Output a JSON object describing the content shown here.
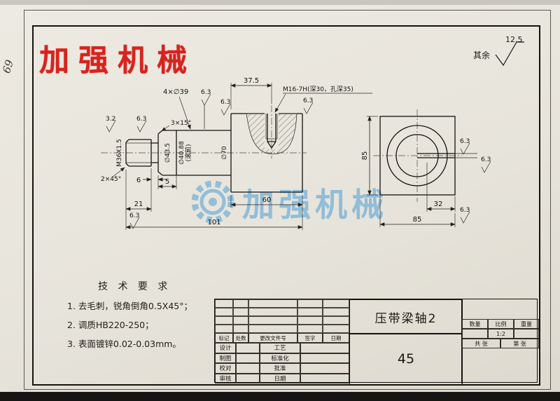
{
  "scan": {
    "handwritten_note": "69"
  },
  "brand": {
    "logo_text": "加强机械",
    "watermark_text": "加强机械"
  },
  "general_roughness": {
    "prefix": "其余",
    "value": "12.5"
  },
  "drawing": {
    "dims": {
      "hole_offset": "37.5",
      "overall": "101",
      "len60": "60",
      "len21": "21",
      "groove6": "6",
      "band5": "5",
      "side85": "85",
      "width85": "85",
      "slot32": "32"
    },
    "labels": {
      "thread": "M36X1.5",
      "tapped_hole": "M16-7H(深30，孔深35)",
      "dia70": "∅70",
      "dia435": "∅43.5",
      "dia40_pre": "∅40.88",
      "dia40_note": "(滚前)",
      "four_holes": "4×∅39",
      "chamfer15": "3×15°",
      "chamfer45": "2×45°"
    },
    "roughness": {
      "fine": "3.2",
      "std": "6.3"
    }
  },
  "tech_req": {
    "title": "技 术 要 求",
    "items": [
      "1. 去毛刺，锐角倒角0.5X45°；",
      "2. 调质HB220-250；",
      "3. 表面镀锌0.02-0.03mm。"
    ]
  },
  "title_block": {
    "part_name": "压带梁轴2",
    "material": "45",
    "rev_header": [
      "标记",
      "处数",
      "更改文件号",
      "签字",
      "日期"
    ],
    "staff_rows": [
      {
        "l": "设计",
        "m": "工艺"
      },
      {
        "l": "制图",
        "m": "标准化"
      },
      {
        "l": "校对",
        "m": "批准"
      },
      {
        "l": "审核",
        "m": "日期"
      }
    ],
    "qty_header": [
      "数量",
      "比例",
      "重量"
    ],
    "scale_value": "1:2",
    "sheets": [
      "共  张",
      "第  张"
    ]
  }
}
